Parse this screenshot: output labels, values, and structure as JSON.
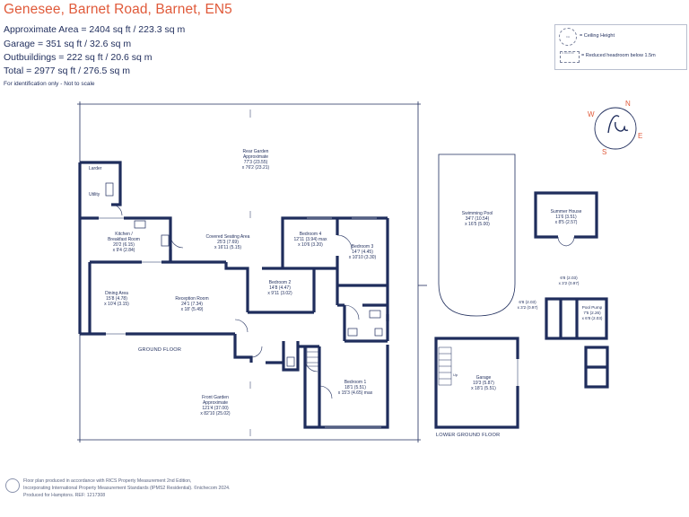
{
  "header": {
    "title": "Genesee, Barnet Road, Barnet, EN5",
    "approx_area": "Approximate Area = 2404 sq ft / 223.3 sq m",
    "garage": "Garage = 351 sq ft / 32.6 sq m",
    "outbuildings": "Outbuildings = 222 sq ft / 20.6 sq m",
    "total": "Total = 2977 sq ft / 276.5 sq m",
    "note": "For identification only - Not to scale"
  },
  "legend": {
    "ceiling_badge": "CH 0.00x0.00",
    "ceiling_label": "= Ceiling Height",
    "reduced_label": "= Reduced headroom below 1.5m"
  },
  "compass": {
    "n": "N",
    "e": "E",
    "s": "S",
    "w": "W"
  },
  "rooms": {
    "rear_garden": [
      "Rear Garden",
      "Approximate",
      "77'3 (23.55)",
      "x 76'2 (23.21)"
    ],
    "larder": "Larder",
    "utility": "Utility",
    "kitchen": [
      "Kitchen /",
      "Breakfast Room",
      "20'2 (6.15)",
      "x 9'4 (2.84)"
    ],
    "covered": [
      "Covered Seating Area",
      "25'3 (7.69)",
      "x 16'11 (5.15)"
    ],
    "bedroom4": [
      "Bedroom 4",
      "12'11 (3.94) max",
      "x 10'6 (3.20)"
    ],
    "bedroom3": [
      "Bedroom 3",
      "14'7 (4.45)",
      "x 10'10 (3.30)"
    ],
    "bedroom2": [
      "Bedroom 2",
      "14'8 (4.47)",
      "x 9'11 (3.02)"
    ],
    "dining": [
      "Dining Area",
      "15'8 (4.78)",
      "x 10'4 (3.15)"
    ],
    "reception": [
      "Reception Room",
      "24'1 (7.34)",
      "x 18' (5.49)"
    ],
    "bedroom1": [
      "Bedroom 1",
      "18'1 (5.51)",
      "x 15'3 (4.65) max"
    ],
    "front_garden": [
      "Front Garden",
      "Approximate",
      "121'4 (37.00)",
      "x 82'10 (25.02)"
    ],
    "pool": [
      "Swimming Pool",
      "34'7 (10.54)",
      "x 16'5 (5.00)"
    ],
    "summer": [
      "Summer House",
      "11'6 (3.51)",
      "x 8'5 (2.57)"
    ],
    "out_a": [
      "6'8 (2.03)",
      "x 3'2 (0.97)"
    ],
    "out_b": [
      "6'8 (2.03)",
      "x 3'2 (0.97)"
    ],
    "pool_pump": [
      "Pool Pump",
      "7'5 (2.26)",
      "x 6'8 (2.03)"
    ],
    "garage": [
      "Garage",
      "19'3 (5.87)",
      "x 18'1 (5.51)"
    ],
    "ground_floor": "GROUND FLOOR",
    "lower_ground_floor": "LOWER GROUND FLOOR",
    "up_mark": "Up"
  },
  "footer": {
    "line1": "Floor plan produced in accordance with RICS Property Measurement 2nd Edition,",
    "line2": "Incorporating International Property Measurement Standards (IPMS2 Residential).  ©nichecom 2024.",
    "line3": "Produced for Hamptons.   REF: 1217308"
  },
  "colors": {
    "title": "#e05a3a",
    "wall": "#1f2d5c",
    "accent": "#e05a3a"
  }
}
